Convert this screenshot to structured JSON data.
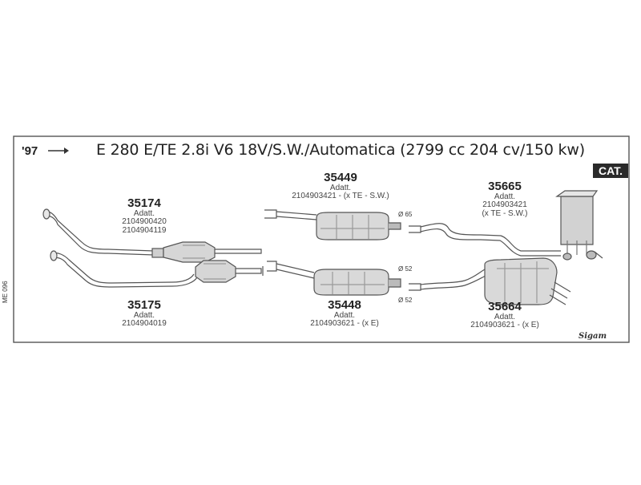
{
  "header": {
    "year": "'97",
    "title": "E 280 E/TE 2.8i V6 18V/S.W./Automatica (2799 cc 204 cv/150 kw)",
    "badge": "CAT."
  },
  "side_code": "ME 096",
  "brand": "Sigam",
  "parts": [
    {
      "id": "p35174",
      "number": "35174",
      "line1": "Adatt.",
      "line2": "2104900420",
      "line3": "2104904119"
    },
    {
      "id": "p35175",
      "number": "35175",
      "line1": "Adatt.",
      "line2": "2104904019",
      "line3": ""
    },
    {
      "id": "p35449",
      "number": "35449",
      "line1": "Adatt.",
      "line2": "2104903421 - (x TE - S.W.)",
      "line3": ""
    },
    {
      "id": "p35448",
      "number": "35448",
      "line1": "Adatt.",
      "line2": "2104903621 - (x E)",
      "line3": ""
    },
    {
      "id": "p35665",
      "number": "35665",
      "line1": "Adatt.",
      "line2": "2104903421",
      "line3": "(x TE - S.W.)"
    },
    {
      "id": "p35664",
      "number": "35664",
      "line1": "Adatt.",
      "line2": "2104903621 - (x E)",
      "line3": ""
    }
  ],
  "diameters": [
    "Ø 65",
    "Ø 52",
    "Ø 52"
  ],
  "colors": {
    "line": "#555555",
    "fill": "#d9d9d9",
    "shade": "#9a9a9a"
  }
}
